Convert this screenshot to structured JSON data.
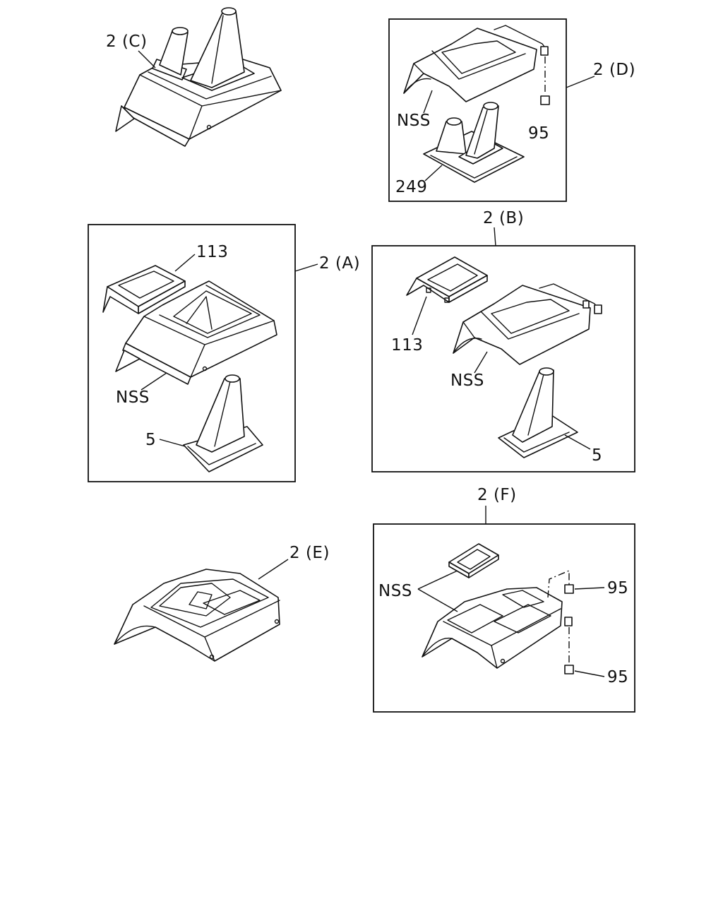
{
  "labels": {
    "c_group": "2 (C)",
    "d_group": "2 (D)",
    "d_nss": "NSS",
    "d_95": "95",
    "d_249": "249",
    "a_group": "2 (A)",
    "a_113": "113",
    "a_nss": "NSS",
    "a_5": "5",
    "b_group": "2 (B)",
    "b_113": "113",
    "b_nss": "NSS",
    "b_5": "5",
    "e_group": "2 (E)",
    "f_group": "2 (F)",
    "f_nss": "NSS",
    "f_95_top": "95",
    "f_95_bottom": "95"
  }
}
